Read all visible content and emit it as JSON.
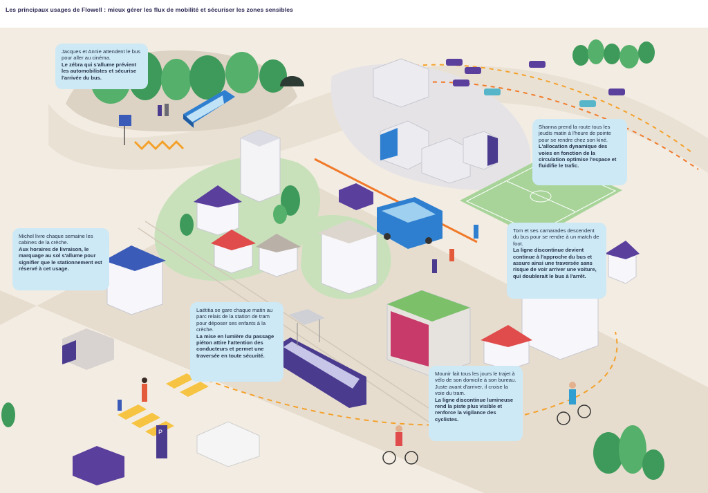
{
  "header": {
    "title": "Les principaux usages de Flowell : mieux gérer les flux de mobilité et sécuriser les zones sensibles"
  },
  "callouts": [
    {
      "id": "bus-cinema",
      "lead": "Jacques et Annie attendent le bus pour aller au cinéma.",
      "highlight": "Le zébra qui s'allume prévient les automobilistes et sécurise l'arrivée du bus."
    },
    {
      "id": "dynamic-lanes",
      "lead": "Shanna prend la route tous les jeudis matin à l'heure de pointe pour se rendre chez son kiné.",
      "highlight": "L'allocation dynamique des voies en fonction de la circulation optimise l'espace et fluidifie le trafic."
    },
    {
      "id": "delivery",
      "lead": "Michel livre chaque semaine les cabines de la crèche.",
      "highlight": "Aux horaires de livraison, le marquage au sol s'allume pour signifier que le stationnement est réservé à cet usage."
    },
    {
      "id": "foot-match",
      "lead": "Tom et ses camarades descendent du bus pour se rendre à un match de foot.",
      "highlight": "La ligne discontinue devient continue à l'approche du bus et assure ainsi une traversée sans risque de voir arriver une voiture, qui doublerait le bus à l'arrêt."
    },
    {
      "id": "tram-park",
      "lead": "Laëtitia se gare chaque matin au parc relais de la station de tram pour déposer ses enfants à la crèche.",
      "highlight": "La mise en lumière du passage piéton attire l'attention des conducteurs et permet une traversée en toute sécurité."
    },
    {
      "id": "bike",
      "lead": "Mounir fait tous les jours le trajet à vélo de son domicile à son bureau. Juste avant d'arriver, il croise la voie du tram.",
      "highlight": "La ligne discontinue lumineuse rend la piste plus visible et renforce la vigilance des cyclistes."
    }
  ],
  "colors": {
    "ground": "#f2ebe1",
    "road": "#ece4d7",
    "grass": "#cfe3c2",
    "bus": "#2f7fd0",
    "purple": "#4a3b8f",
    "accent": "#f4a12a",
    "bubble": "#cde9f6"
  },
  "icons": [
    "bus-stop-sign",
    "parking-sign",
    "basketball-hoop"
  ]
}
